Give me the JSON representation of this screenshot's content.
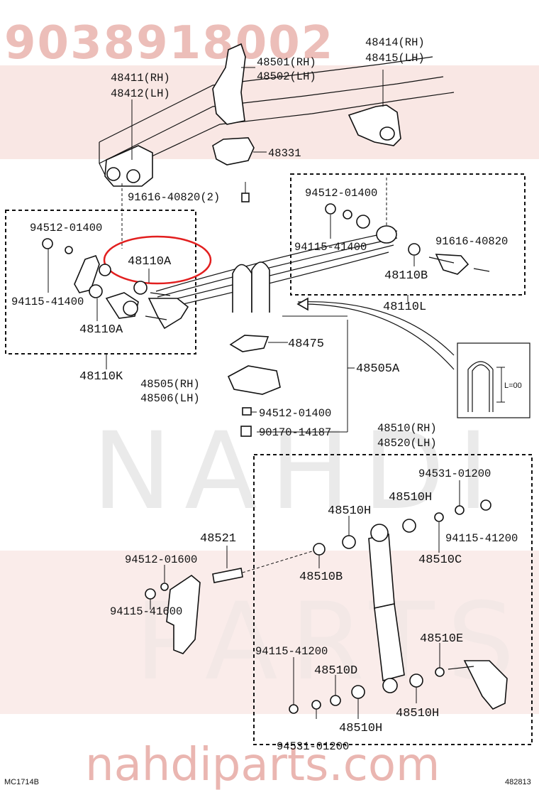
{
  "watermark": {
    "part_number": "9038918002",
    "brand": "NAHDI",
    "parts_word": "PARTS",
    "site": "nahdiparts.com",
    "accent_color": "#e27a70"
  },
  "labels": {
    "l48414": "48414(RH)",
    "l48415": "48415(LH)",
    "l48501": "48501(RH)",
    "l48502": "48502(LH)",
    "l48411": "48411(RH)",
    "l48412": "48412(LH)",
    "l48331": "48331",
    "l91616a": "91616-40820(2)",
    "l94512r": "94512-01400",
    "l94115r": "94115-41400",
    "l91616b": "91616-40820",
    "l48110B": "48110B",
    "l48110L": "48110L",
    "l94512l": "94512-01400",
    "l48110Acircle": "48110A",
    "l94115l": "94115-41400",
    "l48110A": "48110A",
    "l48475": "48475",
    "l48110K": "48110K",
    "l48505A": "48505A",
    "l48505": "48505(RH)",
    "l48506": "48506(LH)",
    "lL00": "L=00",
    "l94512m": "94512-01400",
    "l90170": "90170-14187",
    "l48510": "48510(RH)",
    "l48520": "48520(LH)",
    "l94531a": "94531-01200",
    "l48510Hc": "48510H",
    "l48510Hb": "48510H",
    "l94115c": "94115-41200",
    "l48521": "48521",
    "l48510C": "48510C",
    "l94512s": "94512-01600",
    "l48510B": "48510B",
    "l94115s": "94115-41600",
    "l48510E": "48510E",
    "l94115d": "94115-41200",
    "l48510D": "48510D",
    "l48510Hd": "48510H",
    "l48510He": "48510H",
    "l94531b": "94531-01200",
    "codeLeft": "MC1714B",
    "codeRight": "482813"
  }
}
